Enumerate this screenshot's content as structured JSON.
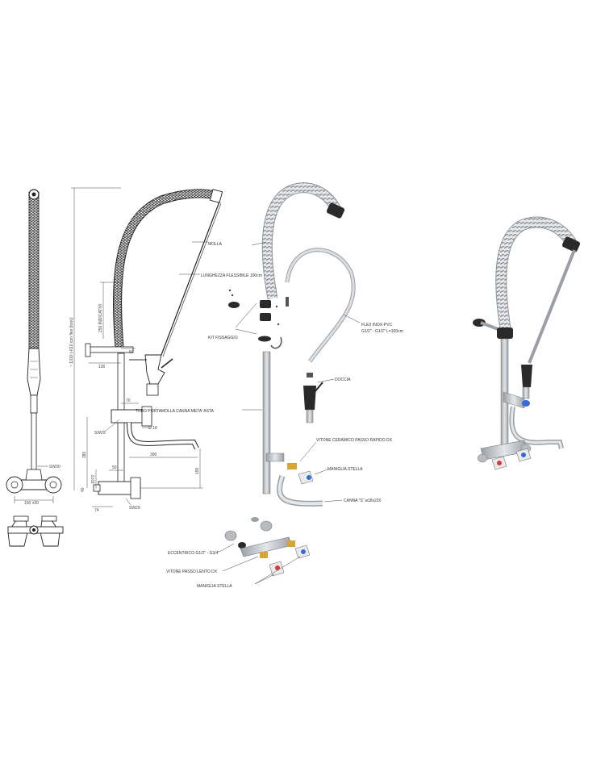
{
  "labels": {
    "molla": "MOLLA",
    "lunghezza_flessibile": "LUNGHEZZA FLESSIBILE 100cm",
    "kit_fissaggio": "KIT FISSAGGIO",
    "flex_line1": "FLEX INOX-PVC",
    "flex_line2": "G1/2\" - G1/2\" L=100cm",
    "doccia": "DOCCIA",
    "tubo_portamolla": "TUBO PORTAMOLLA CANNA META' ASTA",
    "vitone_ceramico": "VITONE CERAMICO PASSO RAPIDO DX",
    "maniglia_stella_1": "MANIGLIA STELLA",
    "canna_s": "CANNA \"S\" ø18x220",
    "eccentrico": "ECCENTRICO G1/2\" - G3/4\"",
    "vitone_passo_lento": "VITONE PASSO LENTO DX",
    "maniglia_stella_2": "MANIGLIA STELLA"
  },
  "dimensions": {
    "sw30": "SW30",
    "sw29_upper": "SW29",
    "sw29_lower": "SW29",
    "width_150": "150 ±20",
    "overall_height": "~ 1010 (-610 con flex (box))",
    "indicative_250": "250 INDICATIVI",
    "d135": "135",
    "d50_top": "50",
    "d70": "70",
    "d18": "Ø 18",
    "d300": "300",
    "d280": "280",
    "d155": "155",
    "d50_bottom": "50",
    "d1072": "1072",
    "d40": "40",
    "d74": "74"
  },
  "colors": {
    "line": "#333333",
    "steel": "#c8ccd0",
    "steel_dark": "#8a9096",
    "black_part": "#2a2a2a",
    "brass": "#d8a436",
    "hot": "#d83a3a",
    "cold": "#3a6ad8"
  }
}
